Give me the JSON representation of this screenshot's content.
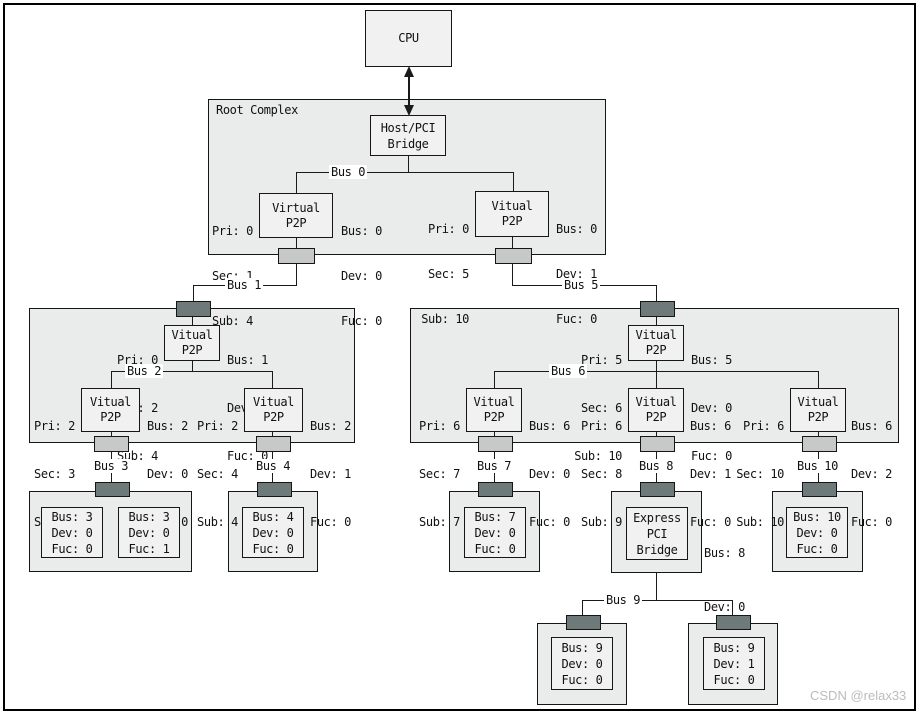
{
  "watermark": "CSDN @relax33",
  "colors": {
    "container_fill": "#eaebeb",
    "node_fill": "#f1f1f1",
    "connector_dark": "#6e7a7a",
    "connector_light": "#c7c9c8",
    "line": "#1a1a1a",
    "watermark_text": "#bcbcbc"
  },
  "cpu": {
    "label": "CPU"
  },
  "root_complex": {
    "title": "Root Complex",
    "host_bridge_lines": [
      "Host/PCI",
      "Bridge"
    ],
    "left_bridge": {
      "title_lines": [
        "Virtual",
        "P2P"
      ],
      "left_labels": [
        "Pri: 0",
        "Sec: 1",
        "Sub: 4"
      ],
      "right_labels": [
        "Bus: 0",
        "Dev: 0",
        "Fuc: 0"
      ]
    },
    "right_bridge": {
      "title_lines": [
        "Vitual",
        "P2P"
      ],
      "left_labels": [
        "Pri: 0",
        "Sec: 5",
        "Sub: 10"
      ],
      "right_labels": [
        "Bus: 0",
        "Dev: 1",
        "Fuc: 0"
      ]
    }
  },
  "buses": {
    "bus0": "Bus 0",
    "bus1": "Bus 1",
    "bus2": "Bus 2",
    "bus3": "Bus 3",
    "bus4": "Bus 4",
    "bus5": "Bus 5",
    "bus6": "Bus 6",
    "bus7": "Bus 7",
    "bus8": "Bus 8",
    "bus9": "Bus 9",
    "bus10": "Bus 10"
  },
  "switch_left": {
    "top_bridge": {
      "title_lines": [
        "Vitual",
        "P2P"
      ],
      "left_labels": [
        "Pri: 0",
        "Sec: 2",
        "Sub: 4"
      ],
      "right_labels": [
        "Bus: 1",
        "Dev: 0",
        "Fuc: 0"
      ]
    },
    "child_left": {
      "title_lines": [
        "Vitual",
        "P2P"
      ],
      "left_labels": [
        "Pri: 2",
        "Sec: 3",
        "Sub: 3"
      ],
      "right_labels": [
        "Bus: 2",
        "Dev: 0",
        "Fuc: 0"
      ]
    },
    "child_right": {
      "title_lines": [
        "Vitual",
        "P2P"
      ],
      "left_labels": [
        "Pri: 2",
        "Sec: 4",
        "Sub: 4"
      ],
      "right_labels": [
        "Bus: 2",
        "Dev: 1",
        "Fuc: 0"
      ]
    }
  },
  "switch_right": {
    "top_bridge": {
      "title_lines": [
        "Vitual",
        "P2P"
      ],
      "left_labels": [
        "Pri: 5",
        "Sec: 6",
        "Sub: 10"
      ],
      "right_labels": [
        "Bus: 5",
        "Dev: 0",
        "Fuc: 0"
      ]
    },
    "child_left": {
      "title_lines": [
        "Vitual",
        "P2P"
      ],
      "left_labels": [
        "Pri: 6",
        "Sec: 7",
        "Sub: 7"
      ],
      "right_labels": [
        "Bus: 6",
        "Dev: 0",
        "Fuc: 0"
      ]
    },
    "child_mid": {
      "title_lines": [
        "Vitual",
        "P2P"
      ],
      "left_labels": [
        "Pri: 6",
        "Sec: 8",
        "Sub: 9"
      ],
      "right_labels": [
        "Bus: 6",
        "Dev: 1",
        "Fuc: 0"
      ]
    },
    "child_right": {
      "title_lines": [
        "Vitual",
        "P2P"
      ],
      "left_labels": [
        "Pri: 6",
        "Sec: 10",
        "Sub: 10"
      ],
      "right_labels": [
        "Bus: 6",
        "Dev: 2",
        "Fuc: 0"
      ]
    }
  },
  "devices": {
    "bus3_fn0": [
      "Bus: 3",
      "Dev: 0",
      "Fuc: 0"
    ],
    "bus3_fn1": [
      "Bus: 3",
      "Dev: 0",
      "Fuc: 1"
    ],
    "bus4_fn0": [
      "Bus: 4",
      "Dev: 0",
      "Fuc: 0"
    ],
    "bus7_fn0": [
      "Bus: 7",
      "Dev: 0",
      "Fuc: 0"
    ],
    "bus8_bridge_lines": [
      "Express",
      "PCI",
      "Bridge"
    ],
    "bus8_side_labels": [
      "Bus: 8",
      "Dev: 0",
      "Fuc: 0"
    ],
    "bus10_fn0": [
      "Bus: 10",
      "Dev: 0",
      "Fuc: 0"
    ],
    "bus9_left_fn0": [
      "Bus: 9",
      "Dev: 0",
      "Fuc: 0"
    ],
    "bus9_right_fn0": [
      "Bus: 9",
      "Dev: 1",
      "Fuc: 0"
    ]
  }
}
